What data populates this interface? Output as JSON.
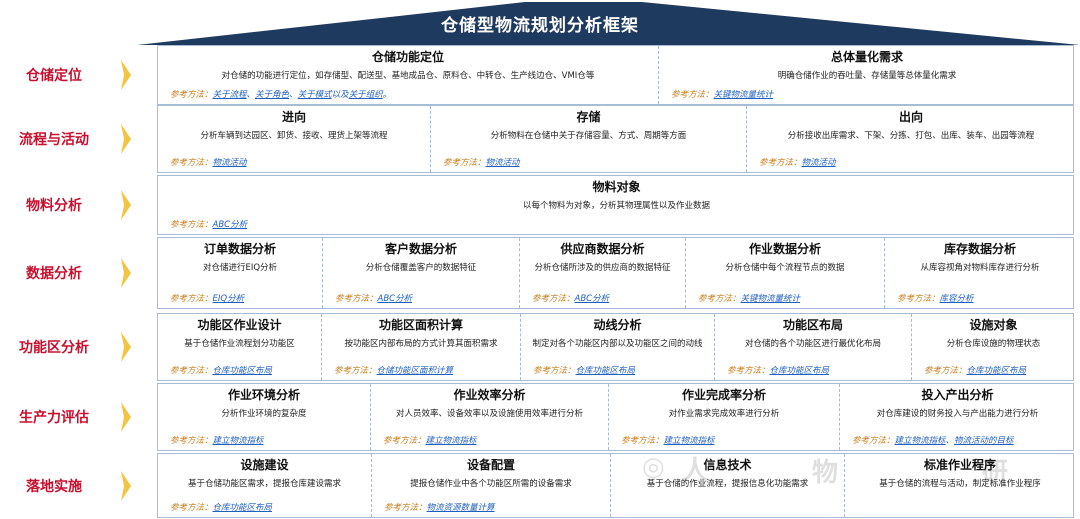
{
  "title": "仓储型物流规划分析框架",
  "ref_prefix": "参考方法：",
  "colors": {
    "roof": "#1f3a5f",
    "label": "#c8102e",
    "chevron": "#f5c342",
    "link": "#1f5fbf",
    "ref": "#c77c1a",
    "border": "#a9bcd6"
  },
  "rows": [
    {
      "label": "仓储定位",
      "cells": [
        {
          "title": "仓储功能定位",
          "desc": "对仓储的功能进行定位，如存储型、配送型、基地成品仓、原料仓、中转仓、生产线边仓、VMI仓等",
          "refs": [
            {
              "text": "关于流程",
              "sep": "、"
            },
            {
              "text": "关于角色",
              "sep": "、"
            },
            {
              "text": "关于模式",
              "sep": "以及"
            },
            {
              "text": "关于组织",
              "sep": "。"
            }
          ]
        },
        {
          "title": "总体量化需求",
          "desc": "明确仓储作业的吞吐量、存储量等总体量化需求",
          "refs": [
            {
              "text": "关键物流量统计",
              "sep": ""
            }
          ]
        }
      ]
    },
    {
      "label": "流程与活动",
      "cells": [
        {
          "title": "进向",
          "desc": "分析车辆到达园区、卸货、接收、理货上架等流程",
          "refs": [
            {
              "text": "物流活动",
              "sep": ""
            }
          ]
        },
        {
          "title": "存储",
          "desc": "分析物料在仓储中关于存储容量、方式、周期等方面",
          "refs": [
            {
              "text": "物流活动",
              "sep": ""
            }
          ]
        },
        {
          "title": "出向",
          "desc": "分析接收出库需求、下架、分拣、打包、出库、装车、出园等流程",
          "refs": [
            {
              "text": "物流活动",
              "sep": ""
            }
          ]
        }
      ]
    },
    {
      "label": "物料分析",
      "cells": [
        {
          "title": "物料对象",
          "desc": "以每个物料为对象，分析其物理属性以及作业数据",
          "refs": [
            {
              "text": "ABC分析",
              "sep": ""
            }
          ]
        }
      ]
    },
    {
      "label": "数据分析",
      "cells": [
        {
          "title": "订单数据分析",
          "desc": "对仓储进行EIQ分析",
          "refs": [
            {
              "text": "EIQ分析",
              "sep": ""
            }
          ]
        },
        {
          "title": "客户数据分析",
          "desc": "分析仓储覆盖客户的数据特征",
          "refs": [
            {
              "text": "ABC分析",
              "sep": ""
            }
          ]
        },
        {
          "title": "供应商数据分析",
          "desc": "分析仓储所涉及的供应商的数据特征",
          "refs": [
            {
              "text": "ABC分析",
              "sep": ""
            }
          ]
        },
        {
          "title": "作业数据分析",
          "desc": "分析仓储中每个流程节点的数据",
          "refs": [
            {
              "text": "关键物流量统计",
              "sep": ""
            }
          ]
        },
        {
          "title": "库存数据分析",
          "desc": "从库容视角对物料库存进行分析",
          "refs": [
            {
              "text": "库容分析",
              "sep": ""
            }
          ]
        }
      ]
    },
    {
      "label": "功能区分析",
      "cells": [
        {
          "title": "功能区作业设计",
          "desc": "基于仓储作业流程划分功能区",
          "refs": [
            {
              "text": "仓库功能区布局",
              "sep": ""
            }
          ]
        },
        {
          "title": "功能区面积计算",
          "desc": "按功能区内部布局的方式计算其面积需求",
          "refs": [
            {
              "text": "仓储功能区面积计算",
              "sep": ""
            }
          ]
        },
        {
          "title": "动线分析",
          "desc": "制定对各个功能区内部以及功能区之间的动线",
          "refs": [
            {
              "text": "仓库功能区布局",
              "sep": ""
            }
          ]
        },
        {
          "title": "功能区布局",
          "desc": "对仓储的各个功能区进行最优化布局",
          "refs": [
            {
              "text": "仓库功能区布局",
              "sep": ""
            }
          ]
        },
        {
          "title": "设施对象",
          "desc": "分析仓库设施的物理状态",
          "refs": [
            {
              "text": "仓库功能区布局",
              "sep": ""
            }
          ]
        }
      ]
    },
    {
      "label": "生产力评估",
      "cells": [
        {
          "title": "作业环境分析",
          "desc": "分析作业环境的复杂度",
          "refs": [
            {
              "text": "建立物流指标",
              "sep": ""
            }
          ]
        },
        {
          "title": "作业效率分析",
          "desc": "对人员效率、设备效率以及设施使用效率进行分析",
          "refs": [
            {
              "text": "建立物流指标",
              "sep": ""
            }
          ]
        },
        {
          "title": "作业完成率分析",
          "desc": "对作业需求完成效率进行分析",
          "refs": [
            {
              "text": "建立物流指标",
              "sep": ""
            }
          ]
        },
        {
          "title": "投入产出分析",
          "desc": "对仓库建设的财务投入与产出能力进行分析",
          "refs": [
            {
              "text": "建立物流指标",
              "sep": "、"
            },
            {
              "text": "物流活动的目标",
              "sep": ""
            }
          ]
        }
      ]
    },
    {
      "label": "落地实施",
      "cells": [
        {
          "title": "设施建设",
          "desc": "基于仓储功能区需求，提报仓库建设需求",
          "refs": [
            {
              "text": "仓库功能区布局",
              "sep": ""
            }
          ]
        },
        {
          "title": "设备配置",
          "desc": "提报仓储作业中各个功能区所需的设备需求",
          "refs": [
            {
              "text": "物流资源数量计算",
              "sep": ""
            }
          ]
        },
        {
          "title": "信息技术",
          "desc": "基于仓储的作业流程，提报信息化功能需求",
          "refs": []
        },
        {
          "title": "标准作业程序",
          "desc": "基于仓储的流程与活动，制定标准作业程序",
          "refs": []
        }
      ]
    }
  ]
}
